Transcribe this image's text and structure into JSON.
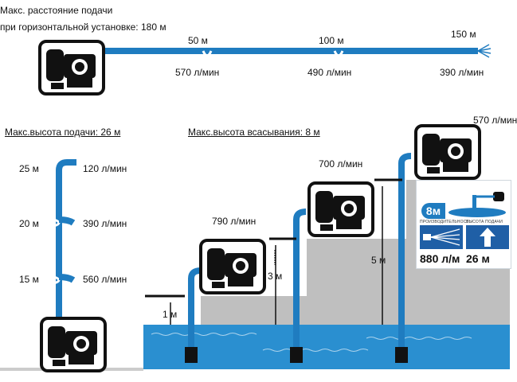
{
  "horizontal": {
    "title_line1": "Макс. расстояние подачи",
    "title_line2": "при горизонтальной установке: 180 м",
    "points": [
      {
        "distance": "50 м",
        "flow": "570 л/мин"
      },
      {
        "distance": "100 м",
        "flow": "490 л/мин"
      },
      {
        "distance": "150 м",
        "flow": "390 л/мин"
      }
    ]
  },
  "vertical": {
    "title": "Макс.высота подачи: 26 м",
    "points": [
      {
        "height": "25 м",
        "flow": "120 л/мин"
      },
      {
        "height": "20 м",
        "flow": "390 л/мин"
      },
      {
        "height": "15 м",
        "flow": "560 л/мин"
      }
    ]
  },
  "suction": {
    "title": "Макс.высота всасывания: 8 м",
    "steps": [
      {
        "depth": "1 м",
        "flow": "790 л/мин"
      },
      {
        "depth": "3 м",
        "flow": "700 л/мин"
      },
      {
        "depth": "5 м",
        "flow": "570 л/мин"
      }
    ]
  },
  "badge": {
    "suction_value": "8м",
    "flow_value": "880 л/м",
    "height_value": "26 м",
    "flow_caption": "ПРОИЗВОДИТЕЛЬНОСТЬ",
    "height_caption": "ВЫСОТА ПОДАЧИ"
  },
  "colors": {
    "hose": "#1f7cc0",
    "water": "#2a8fd0",
    "ground": "#bfbfbf",
    "pump": "#111111"
  }
}
